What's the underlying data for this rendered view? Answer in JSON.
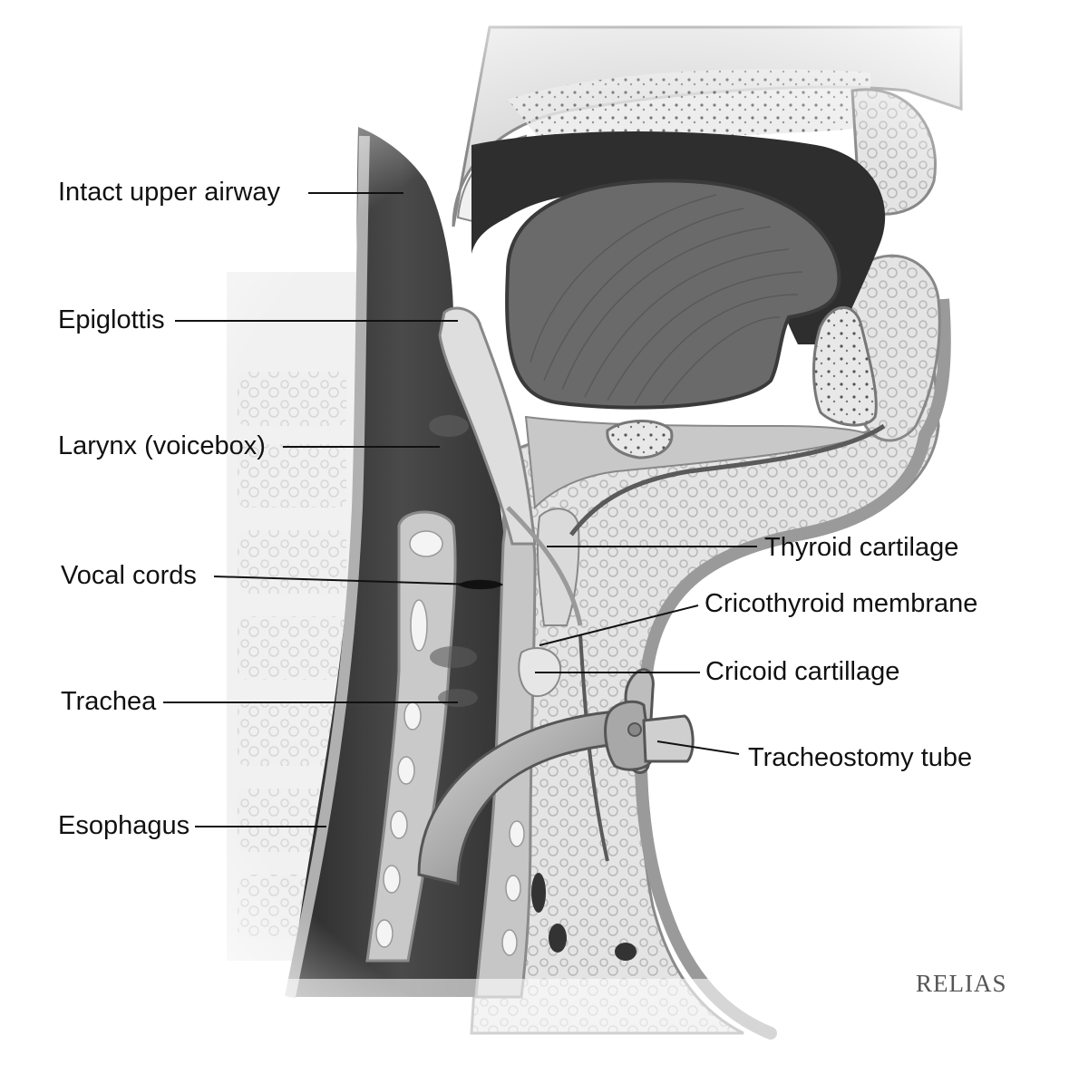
{
  "labels": {
    "upper_airway": "Intact upper airway",
    "epiglottis": "Epiglottis",
    "larynx": "Larynx (voicebox)",
    "vocal_cords": "Vocal cords",
    "trachea": "Trachea",
    "esophagus": "Esophagus",
    "thyroid": "Thyroid cartilage",
    "cricothyroid": "Cricothyroid membrane",
    "cricoid": "Cricoid cartillage",
    "trach_tube": "Tracheostomy tube"
  },
  "brand": "RELIAS"
}
